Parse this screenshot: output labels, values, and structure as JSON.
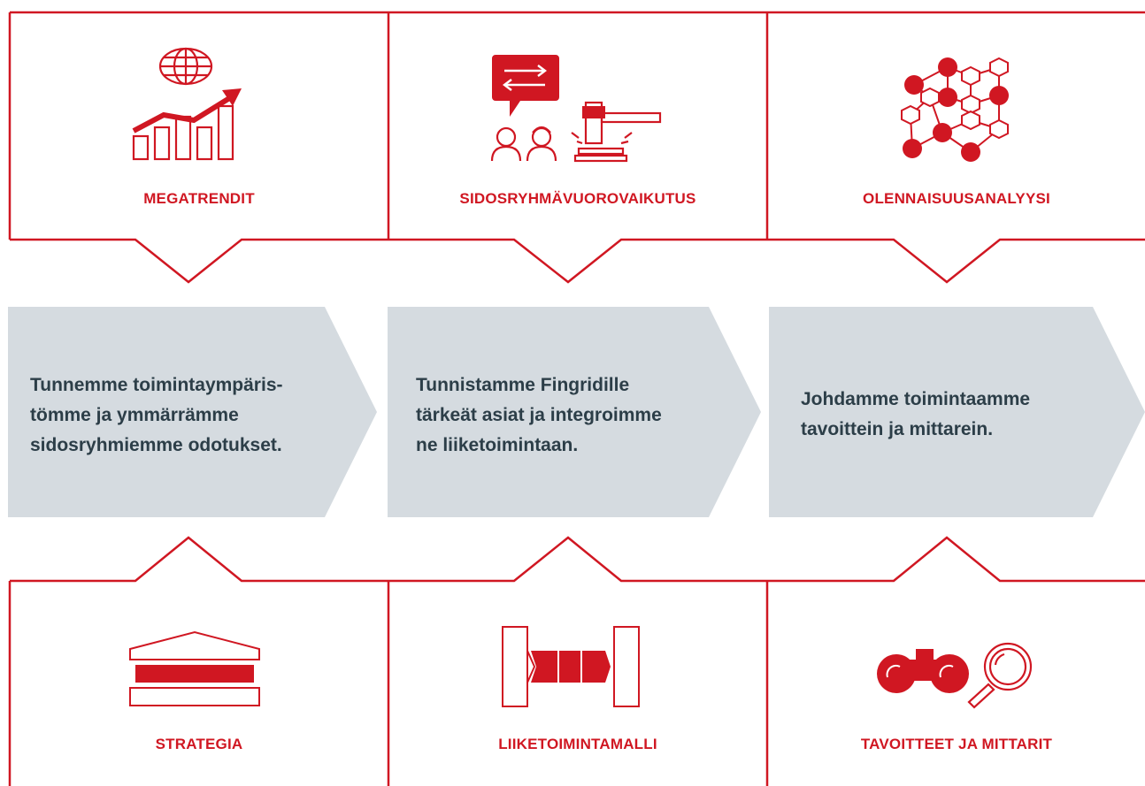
{
  "colors": {
    "accent": "#d01722",
    "box": "#d5dbe0",
    "text": "#2c3e48"
  },
  "top_panels": [
    {
      "label": "MEGATRENDIT",
      "icon": "globe-growth-chart-icon"
    },
    {
      "label": "SIDOSRYHMÄVUOROVAIKUTUS",
      "icon": "dialogue-gavel-icon"
    },
    {
      "label": "OLENNAISUUSANALYYSI",
      "icon": "network-hexagon-icon"
    }
  ],
  "steps": [
    {
      "text": "Tunnemme toimintaympäris-\ntömme ja ymmärrämme\nsidosryhmiemme odotukset."
    },
    {
      "text": "Tunnistamme Fingridille\ntärkeät asiat ja integroimme\nne liiketoimintaan."
    },
    {
      "text": "Johdamme toimintaamme\ntavoittein ja mittarein."
    }
  ],
  "bottom_panels": [
    {
      "label": "STRATEGIA",
      "icon": "strategy-building-icon"
    },
    {
      "label": "LIIKETOIMINTAMALLI",
      "icon": "business-model-icon"
    },
    {
      "label": "TAVOITTEET JA MITTARIT",
      "icon": "binoculars-magnifier-icon"
    }
  ]
}
